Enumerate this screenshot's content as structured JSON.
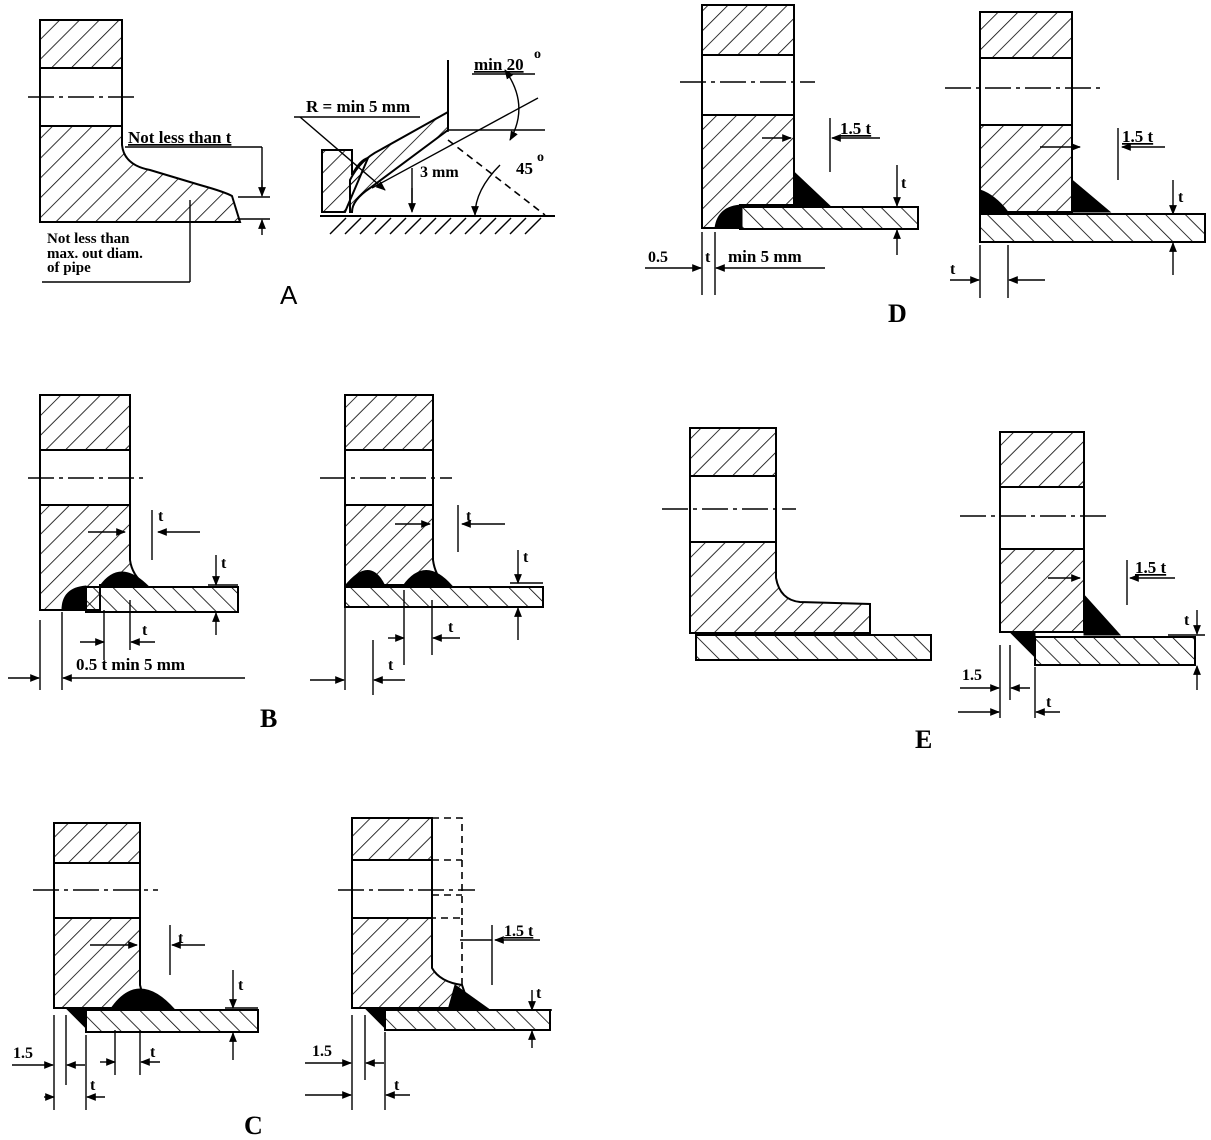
{
  "sections": {
    "A": "A",
    "B": "B",
    "C": "C",
    "D": "D",
    "E": "E"
  },
  "labels": {
    "a_not_less_t": "Not less than  t",
    "a_not_less_max_1": "Not less than",
    "a_not_less_max_2": "max. out  diam.",
    "a_not_less_max_3": "of  pipe",
    "a_radius": "R = min  5 mm",
    "a_3mm": "3 mm",
    "a_min20": "min 20",
    "a_deg_sup": "o",
    "a_45": "45",
    "a_45_sup": "o",
    "t": "t",
    "b1_half_t": "0.5 t  min  5 mm",
    "c_1_5": "1.5",
    "c2_1_5t": "1.5 t",
    "d_0_5": "0.5",
    "d_min5": "min 5 mm",
    "d_1_5t": "1.5 t",
    "e_1_5t": "1.5 t",
    "e_1_5": "1.5"
  }
}
